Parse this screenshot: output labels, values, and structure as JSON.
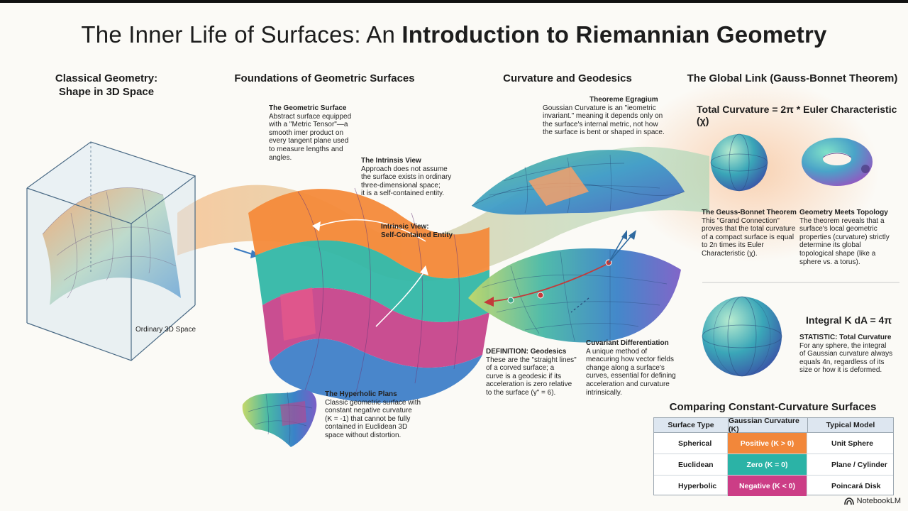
{
  "title": {
    "light": "The Inner Life of Surfaces: An",
    "bold": "Introduction to Riemannian Geometry"
  },
  "sections": {
    "classical": {
      "heading_line1": "Classical Geometry:",
      "heading_line2": "Shape in 3D Space",
      "caption": "Ordinary 3D Space"
    },
    "foundations": {
      "heading": "Foundations of Geometric Surfaces"
    },
    "curvature": {
      "heading": "Curvature and Geodesics"
    },
    "global": {
      "heading": "The Global Link (Gauss-Bonnet Theorem)"
    }
  },
  "blocks": {
    "geometric_surface": {
      "title": "The Geometric Surface",
      "lines": [
        "Abstract surface equipped",
        "with a \"Metric Tensor\"—a",
        "smooth imer product on",
        "every tangent plane used",
        "to measure lengths and",
        "angles."
      ]
    },
    "intrinsis_view": {
      "title": "The Intrinsis View",
      "lines": [
        "Approach does not assume",
        "the surface exists in ordinary",
        "three-dimensional space;",
        "it is a self-contained entity."
      ]
    },
    "intrinsic_label": {
      "line1": "Intrinsic View:",
      "line2": "Self-Contained Entity"
    },
    "theoreme": {
      "title": "Theoreme Egragium",
      "lines": [
        "Goussian Curvature is an \"ieometric",
        "invariant.\" meaning it depends only on",
        "the surface's internal metric, not how",
        "the surface is bent or shaped in space."
      ]
    },
    "geodesics": {
      "title": "DEFINITION: Geodesics",
      "lines": [
        "These are the \"straight lines\"",
        "of a corved surface; a",
        "curve is a geodesic if its",
        "acceleration is zero relative",
        "to the surface (γ\" = 6)."
      ]
    },
    "covariant": {
      "title": "Cuvariant Differentiation",
      "lines": [
        "A unique method of",
        "meacuring how vector fields",
        "change along a surface's",
        "curves, essential for defining",
        "acceleration and curvature",
        "intrinsically."
      ]
    },
    "hyperbolic": {
      "title": "The Hyperholic Plans",
      "lines": [
        "Classic geometric surface with",
        "constant negative curvature",
        "(K = -1) that cannot be fully",
        "contained in Euclidean 3D",
        "space without distortion."
      ]
    },
    "gauss_bonnet": {
      "title": "The Geuss-Bonnet Theorem",
      "lines": [
        "This \"Grand Connection\"",
        "proves that the total curvature",
        "of a compact surface is equal",
        "to 2n times its Euler",
        "Characteristic (χ)."
      ]
    },
    "topology": {
      "title": "Geometry Meets Topology",
      "lines": [
        "The theorem reveals that a",
        "surface's local geometric",
        "properties (curvature) strictly",
        "determine its global",
        "topological shape (like a",
        "sphere vs. a torus)."
      ]
    },
    "statistic": {
      "title": "STATISTIC: Total Curvature",
      "lines": [
        "For any sphere, the integral",
        "of Gaussian curvature always",
        "equals 4n, regardless of its",
        "size or how it is deformed."
      ]
    }
  },
  "formulas": {
    "total": "Total Curvature = 2π * Euler Characteristic (χ)",
    "integral": "Integral K dA = 4π"
  },
  "table": {
    "title": "Comparing Constant-Curvature Surfaces",
    "headers": [
      "Surface Type",
      "Gaussian Curvature (K)",
      "Typical Model"
    ],
    "rows": [
      {
        "type": "Spherical",
        "curvature": "Positive (K > 0)",
        "model": "Unit Sphere",
        "color": "#f2873a"
      },
      {
        "type": "Euclidean",
        "curvature": "Zero (K = 0)",
        "model": "Plane / Cylinder",
        "color": "#2bb3a6"
      },
      {
        "type": "Hyperbolic",
        "curvature": "Negative (K < 0)",
        "model": "Poincará Disk",
        "color": "#cc3d86"
      }
    ]
  },
  "watermark": "NotebookLM",
  "colors": {
    "orange": "#f2873a",
    "teal": "#2bb3a6",
    "magenta": "#cc3d86",
    "blue": "#3f86c6",
    "green": "#66c08a"
  }
}
